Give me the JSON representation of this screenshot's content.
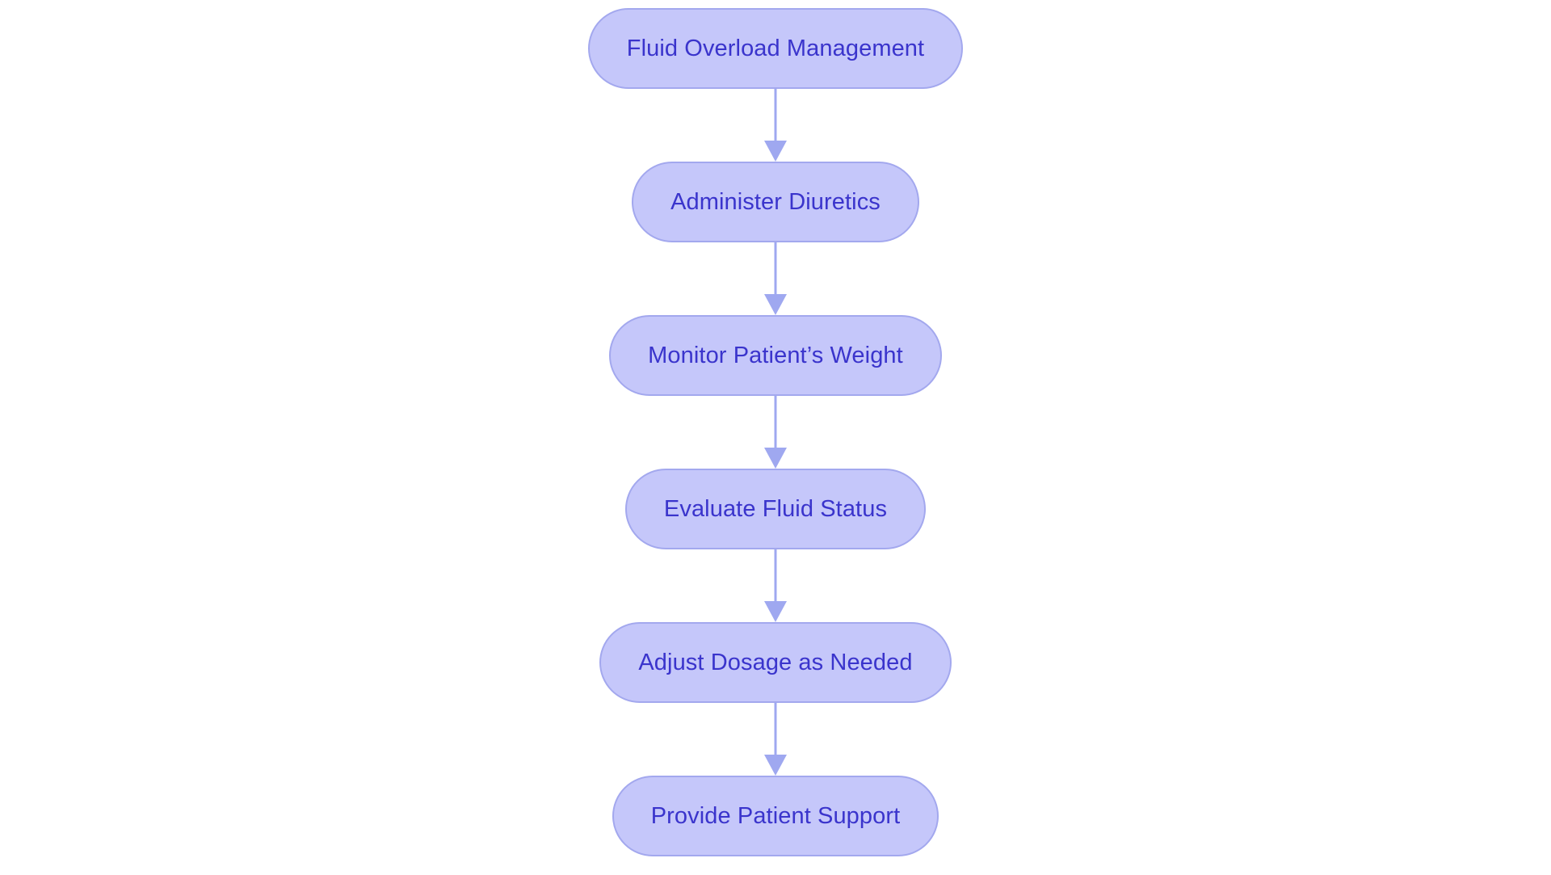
{
  "diagram": {
    "type": "flowchart",
    "orientation": "vertical-top-to-bottom",
    "title": "Fluid Overload Management",
    "background_color": "#ffffff",
    "node_fill_color": "#c5c7fa",
    "node_border_color": "#a3a8ee",
    "node_text_color": "#3a34cc",
    "connector_color": "#9fa8f0",
    "nodes": [
      {
        "id": "node-1",
        "label": "Fluid Overload Management"
      },
      {
        "id": "node-2",
        "label": "Administer Diuretics"
      },
      {
        "id": "node-3",
        "label": "Monitor Patient’s Weight"
      },
      {
        "id": "node-4",
        "label": "Evaluate Fluid Status"
      },
      {
        "id": "node-5",
        "label": "Adjust Dosage as Needed"
      },
      {
        "id": "node-6",
        "label": "Provide Patient Support"
      }
    ],
    "connectors": [
      {
        "id": "edge-1",
        "from": "node-1",
        "to": "node-2",
        "label": "",
        "arrow": "down"
      },
      {
        "id": "edge-2",
        "from": "node-2",
        "to": "node-3",
        "label": "",
        "arrow": "down"
      },
      {
        "id": "edge-3",
        "from": "node-3",
        "to": "node-4",
        "label": "",
        "arrow": "down"
      },
      {
        "id": "edge-4",
        "from": "node-4",
        "to": "node-5",
        "label": "",
        "arrow": "down"
      },
      {
        "id": "edge-5",
        "from": "node-5",
        "to": "node-6",
        "label": "",
        "arrow": "down"
      }
    ]
  }
}
